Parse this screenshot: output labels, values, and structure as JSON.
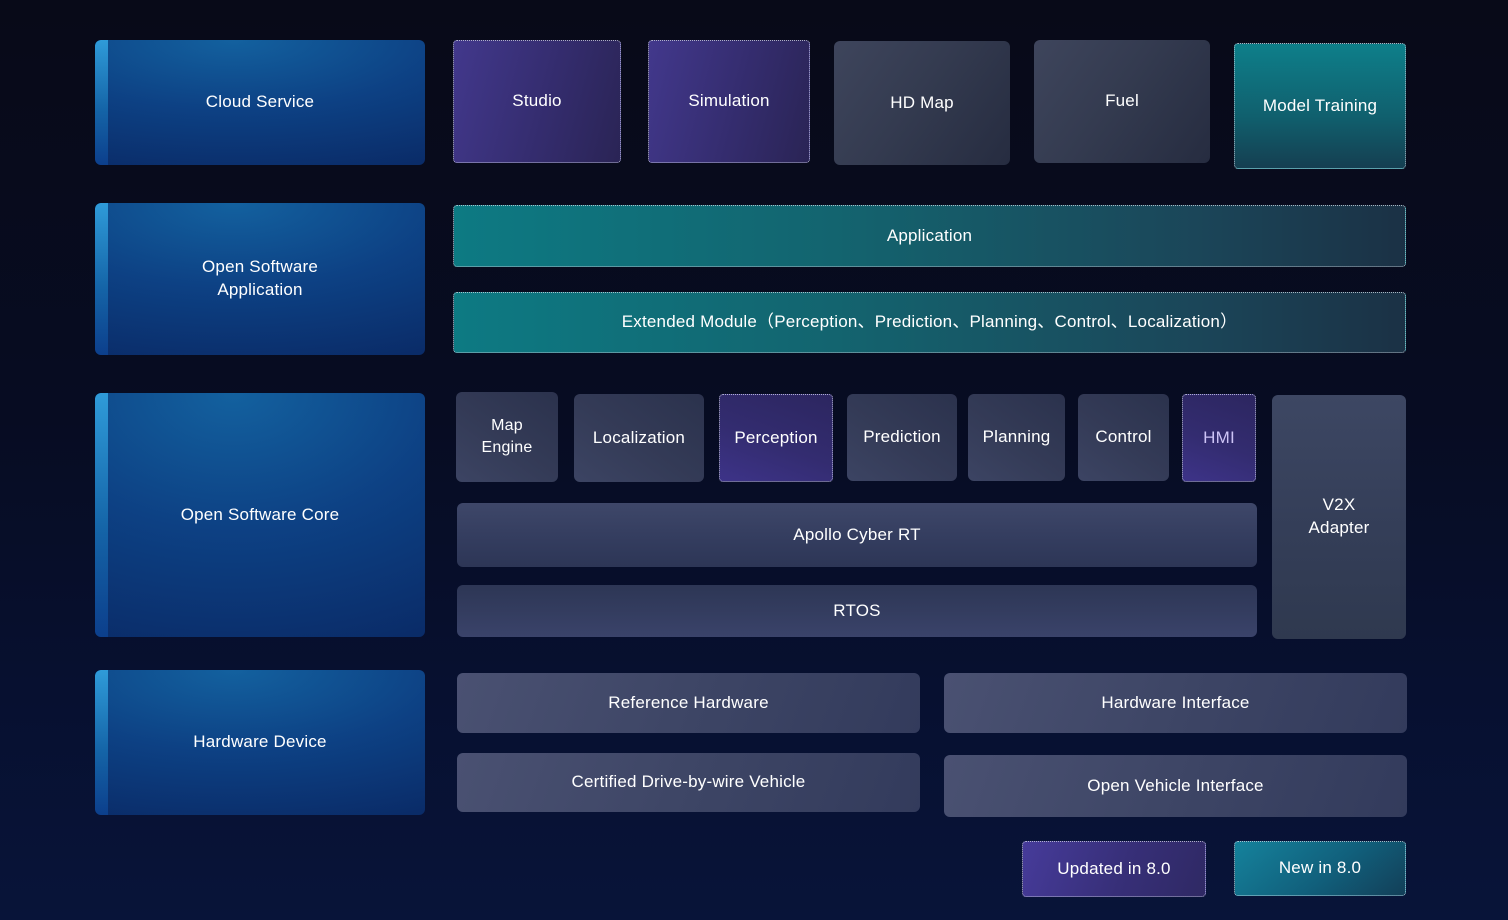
{
  "diagram": {
    "rows": {
      "cloud": {
        "label": "Cloud Service",
        "items": {
          "studio": "Studio",
          "simulation": "Simulation",
          "hd_map": "HD Map",
          "fuel": "Fuel",
          "model_training": "Model Training"
        }
      },
      "application": {
        "label": "Open Software Application",
        "items": {
          "application": "Application",
          "extended_module": "Extended Module（Perception、Prediction、Planning、Control、Localization）"
        }
      },
      "core": {
        "label": "Open Software Core",
        "items": {
          "map_engine": "Map Engine",
          "localization": "Localization",
          "perception": "Perception",
          "prediction": "Prediction",
          "planning": "Planning",
          "control": "Control",
          "hmi": "HMI",
          "v2x_adapter": "V2X Adapter",
          "apollo_cyber_rt": "Apollo Cyber RT",
          "rtos": "RTOS"
        }
      },
      "hardware": {
        "label": "Hardware Device",
        "items": {
          "reference_hardware": "Reference Hardware",
          "hardware_interface": "Hardware Interface",
          "certified_vehicle": "Certified Drive-by-wire Vehicle",
          "open_vehicle_interface": "Open Vehicle Interface"
        }
      }
    },
    "legend": {
      "updated": "Updated in 8.0",
      "new": "New in 8.0"
    },
    "colors": {
      "background": "#081030",
      "category_blue": "#0d4184",
      "category_stripe_blue": "#2f9bd9",
      "updated_purple": "#3b3186",
      "new_teal": "#0e7d88",
      "module_slate": "#39405a",
      "hmi_text": "#cdc4f6",
      "text": "#ffffff"
    }
  }
}
